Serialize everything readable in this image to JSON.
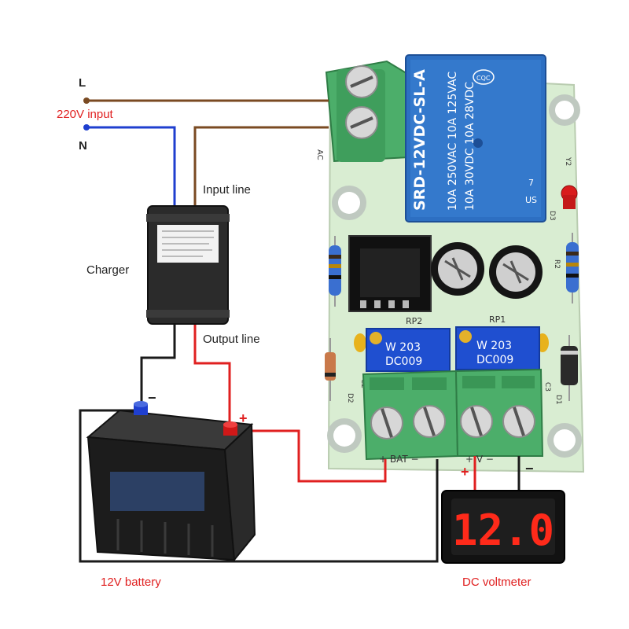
{
  "labels": {
    "line_l": "L",
    "line_n": "N",
    "input_220": "220V input",
    "input_line": "Input line",
    "charger": "Charger",
    "output_line": "Output line",
    "battery": "12V battery",
    "voltmeter": "DC voltmeter",
    "minus_battery": "−",
    "plus_battery": "+",
    "plus_meter": "+",
    "minus_meter": "−"
  },
  "relay": {
    "line1": "SRD-12VDC-SL-A",
    "line2": "10A 250VAC  10A 125VAC",
    "line3": "10A 30VDC  10A 28VDC",
    "cqc": "CQC",
    "pin": "7",
    "us": "US"
  },
  "board": {
    "rp1": "RP1",
    "rp2": "RP2",
    "pot_line1": "W 203",
    "pot_line2": "DC009",
    "c2": "C2",
    "c3": "C3",
    "d2": "D2",
    "d1": "D1",
    "d3": "D3",
    "r2": "R2",
    "y2": "Y2",
    "bat_label": "+ BAT −",
    "v_label": "+ V −",
    "ac_label": "AC"
  },
  "voltmeter_reading": "12.0",
  "colors": {
    "wire_live": "#7a4a22",
    "wire_neutral": "#1f3fcf",
    "wire_positive": "#e02020",
    "wire_negative": "#1a1a1a",
    "pcb": "#d9edd2",
    "terminal": "#4cae6a",
    "relay": "#2d6fc2",
    "pot": "#1f4fd0",
    "label_red": "#e02020",
    "segment": "#ff2a1a"
  }
}
